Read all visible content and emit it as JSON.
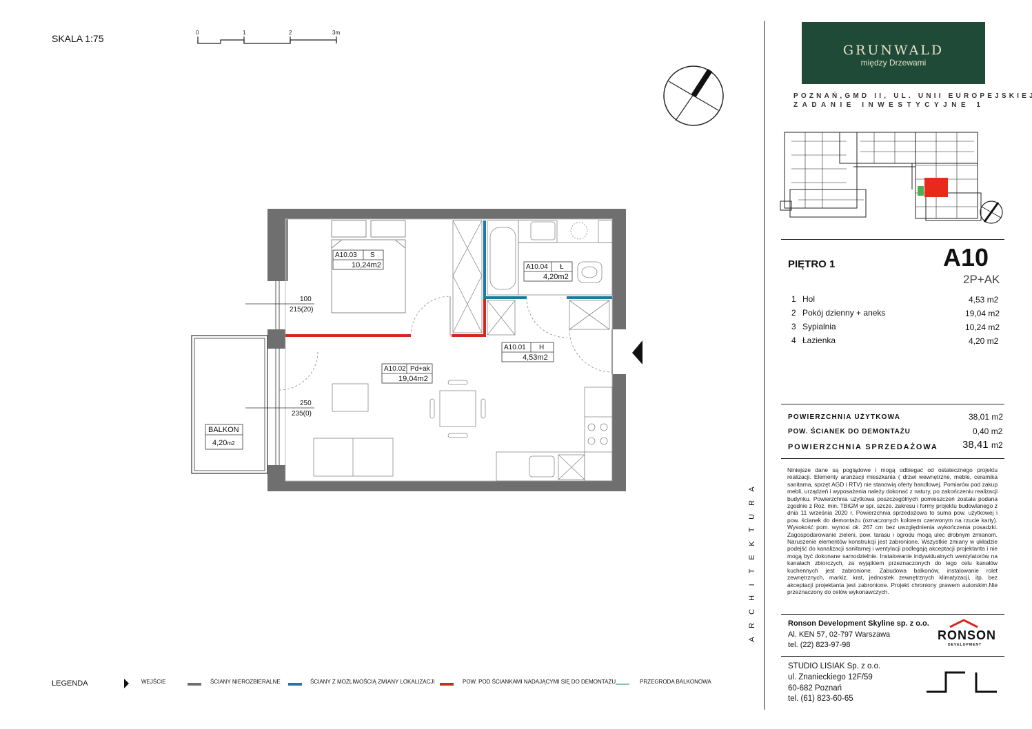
{
  "scale": {
    "label": "SKALA 1:75",
    "ticks": [
      "0",
      "1",
      "2",
      "3m"
    ]
  },
  "brand": {
    "title": "GRUNWALD",
    "subtitle": "między Drzewami"
  },
  "address": {
    "line1": "POZNAŃ,GMD II, UL. UNII EUROPEJSKIEJ",
    "line2": "ZADANIE INWESTYCYJNE 1"
  },
  "floor": "PIĘTRO 1",
  "unit": {
    "id": "A10",
    "type": "2P+AK"
  },
  "rooms": [
    {
      "no": "1",
      "name": "Hol",
      "area": "4,53 m2"
    },
    {
      "no": "2",
      "name": "Pokój dzienny + aneks",
      "area": "19,04 m2"
    },
    {
      "no": "3",
      "name": "Sypialnia",
      "area": "10,24 m2"
    },
    {
      "no": "4",
      "name": "Łazienka",
      "area": "4,20 m2"
    }
  ],
  "summary": {
    "usable_label": "POWIERZCHNIA UŻYTKOWA",
    "usable_value": "38,01 m2",
    "walls_label": "POW. ŚCIANEK DO DEMONTAŻU",
    "walls_value": "0,40 m2",
    "sale_label": "POWIERZCHNIA SPRZEDAŻOWA",
    "sale_value": "38,41",
    "sale_unit": "m2"
  },
  "notes": "Niniejsze dane są poglądowe i mogą odbiegać od ostatecznego projektu realizacji. Elementy aranżacji mieszkania ( drzwi wewnętrzne, meble, ceramika sanitarna, sprzęt AGD i RTV) nie stanowią oferty handlowej. Pomiarów pod zakup mebli, urządzeń i wyposażenia należy dokonać z natury, po zakończeniu realizacji budynku. Powierzchnia użytkowa poszczególnych pomieszczeń została podana zgodnie z Roz. min. TBiGM w spr. szcze. zakresu i formy projektu budowlanego z dnia 11 września 2020 r. Powierzchnia sprzedażowa to suma pow. użytkowej i pow. ścianek do demontażu (oznaczonych kolorem czerwonym na rzucie karty). Wysokość pom. wynosi ok. 267 cm bez uwzględnienia wykończenia posadzki. Zagospodarowanie zieleni, pow. tarasu i ogrodu mogą ulec drobnym zmianom. Naruszenie elementów konstrukcji jest zabronione. Wszystkie zmiany w układzie podejść do kanalizacji sanitarnej i wentylacji podlegają akceptacji projektanta i nie mogą być dokonane samodzielnie. Instalowanie indywidualnych wentylatorów na kanałach zbiorczych, za wyjątkiem przeznaczonych do tego celu kanałów kuchennych jest zabronione. Zabudowa balkonów, instalowanie rolet zewnętrznych, markiz, krat, jednostek zewnętrznych klimatyzacji, itp. bez akceptacji projektanta jest zabronione. Projekt chroniony prawem autorskim.Nie przeznaczony do celów wykonawczych.",
  "developer": {
    "name": "Ronson Development Skyline sp. z o.o.",
    "addr": "Al. KEN 57, 02-797 Warszawa",
    "tel": "tel. (22) 823-97-98",
    "logo_text": "RONSON",
    "logo_sub": "DEVELOPMENT"
  },
  "architect": {
    "name": "STUDIO LISIAK Sp. z o.o.",
    "addr": "ul. Znanieckiego 12F/59",
    "city": "60-682 Poznań",
    "tel": "tel. (61) 823-60-65"
  },
  "side_label": "ARCHITEKTURA",
  "legend": {
    "title": "LEGENDA",
    "entrance": "WEJŚCIE",
    "fixed_walls": "ŚCIANY NIEROZBIERALNE",
    "movable_walls": "ŚCIANY Z MOŻLIWOŚCIĄ ZMIANY LOKALIZACJI",
    "removable_walls": "POW. POD ŚCIANKAMI NADAJĄCYMI SIĘ DO DEMONTAŻU",
    "balcony_divider": "PRZEGRODA BALKONOWA"
  },
  "plan_labels": {
    "bedroom": {
      "code": "A10.03",
      "tag": "S",
      "area": "10,24m2"
    },
    "bathroom": {
      "code": "A10.04",
      "tag": "Ł",
      "area": "4,20m2"
    },
    "hall": {
      "code": "A10.01",
      "tag": "H",
      "area": "4,53m2"
    },
    "living": {
      "code": "A10.02",
      "tag": "Pd+ak",
      "area": "19,04m2"
    },
    "balcony": {
      "name": "BALKON",
      "area": "4,20",
      "unit": "m2"
    },
    "dim1_top": "100",
    "dim1_bottom": "215(20)",
    "dim2_top": "250",
    "dim2_bottom": "235(0)"
  },
  "colors": {
    "fixed": "#6f6f6f",
    "movable": "#1a7aa0",
    "removable": "#d7261e",
    "balcony": "#7fc8b8",
    "brand": "#1f4a37",
    "highlight": "#e8291c"
  }
}
